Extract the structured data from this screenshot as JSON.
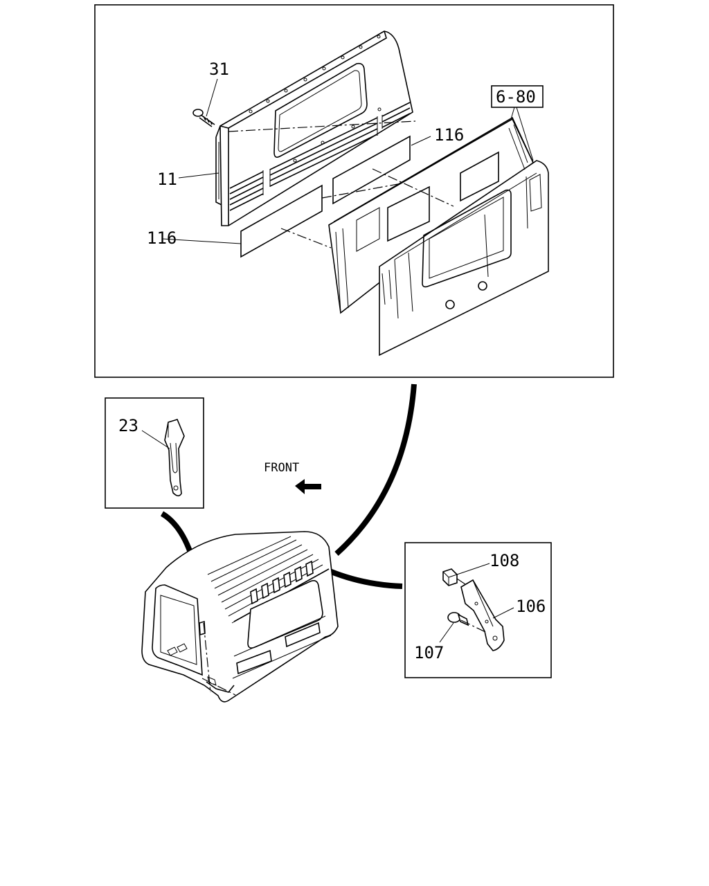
{
  "callouts": {
    "c31": "31",
    "c6_80": "6-80",
    "c116_upper": "116",
    "c11": "11",
    "c116_lower": "116",
    "c23": "23",
    "front": "FRONT",
    "c108": "108",
    "c106": "106",
    "c107": "107"
  }
}
